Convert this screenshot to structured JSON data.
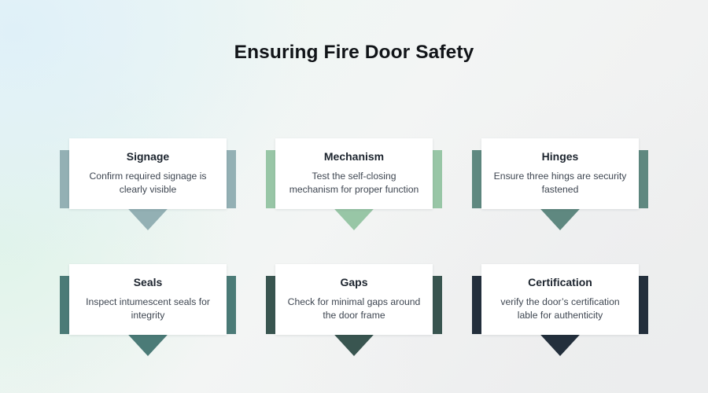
{
  "header": {
    "title": "Ensuring Fire Door Safety"
  },
  "theme": {
    "background_top_left": "#eef6f9",
    "background_mid_left": "#dff3e9",
    "background_bottom_right": "#eceded",
    "card_background": "#ffffff",
    "title_color": "#111418",
    "card_title_color": "#1c242e",
    "card_desc_color": "#3e4651"
  },
  "cards": [
    {
      "title": "Signage",
      "description": "Confirm required signage is clearly visible",
      "color": "#93b0b4",
      "row": 0,
      "column": 0
    },
    {
      "title": "Mechanism",
      "description": "Test the self-closing mechanism for proper function",
      "color": "#98c6a6",
      "row": 0,
      "column": 1
    },
    {
      "title": "Hinges",
      "description": "Ensure three hings are security fastened",
      "color": "#5f8880",
      "row": 0,
      "column": 2
    },
    {
      "title": "Seals",
      "description": "Inspect intumescent seals for integrity",
      "color": "#4b7b77",
      "row": 1,
      "column": 0
    },
    {
      "title": "Gaps",
      "description": "Check for minimal gaps around the door frame",
      "color": "#395550",
      "row": 1,
      "column": 1
    },
    {
      "title": "Certification",
      "description": "verify the door’s certification lable for authenticity",
      "color": "#232f3c",
      "row": 1,
      "column": 2
    }
  ]
}
